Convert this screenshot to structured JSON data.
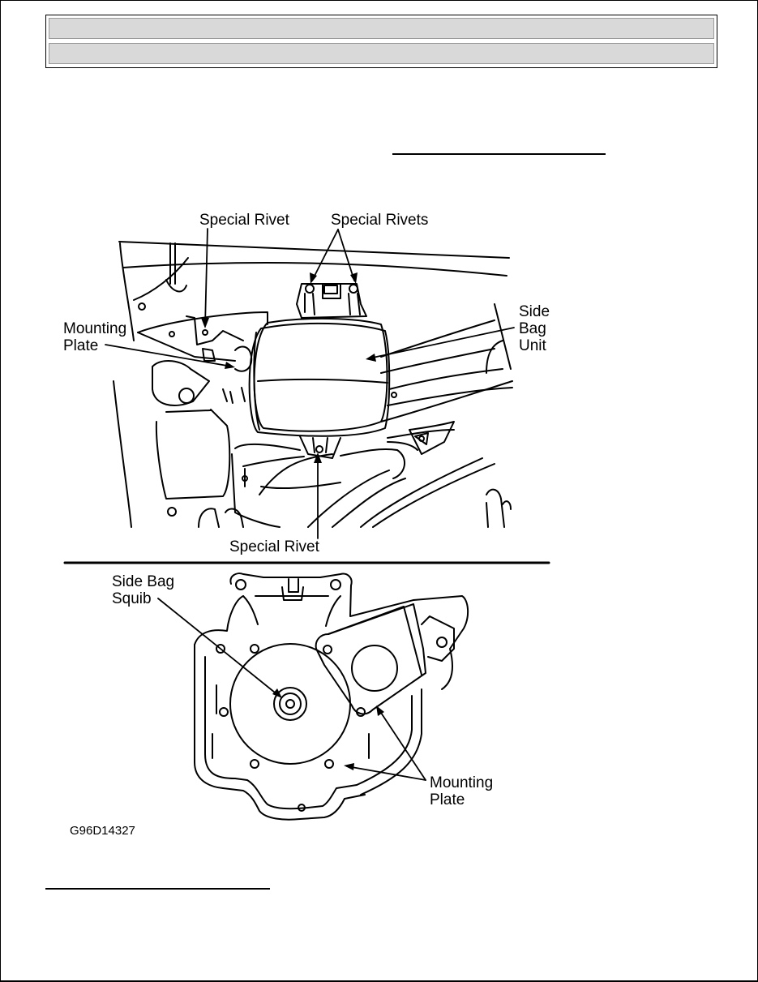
{
  "figure": {
    "labels": {
      "special_rivet_top": "Special Rivet",
      "special_rivets": "Special Rivets",
      "mounting_plate_top": "Mounting\nPlate",
      "side_bag_unit": "Side\nBag\nUnit",
      "special_rivet_bottom": "Special Rivet",
      "side_bag_squib": "Side Bag\nSquib",
      "mounting_plate_bottom": "Mounting\nPlate"
    },
    "code": "G96D14327"
  }
}
